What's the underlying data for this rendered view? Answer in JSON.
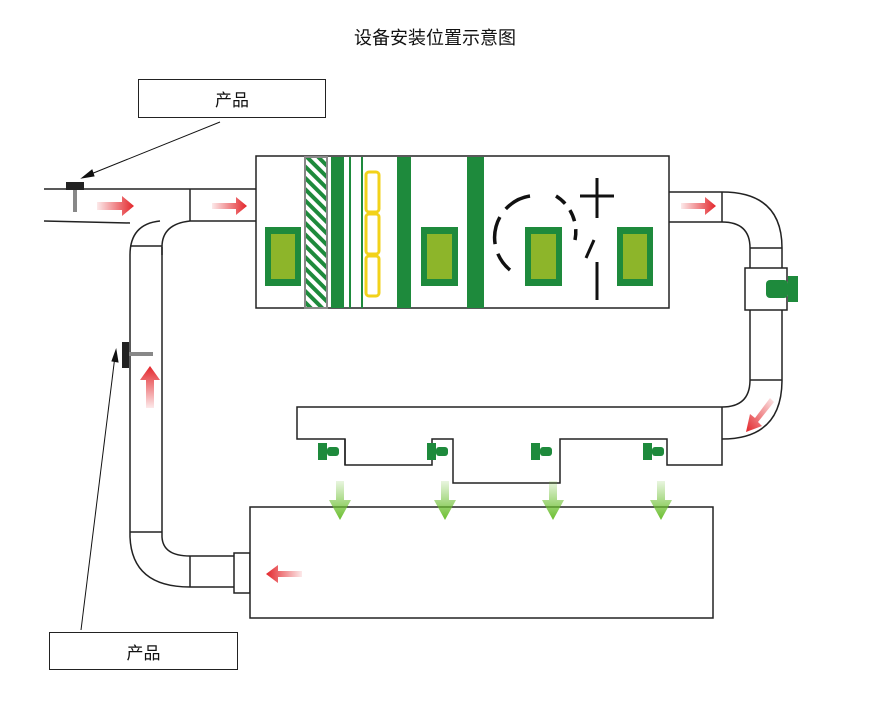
{
  "title": "设备安装位置示意图",
  "labels": {
    "top_product": "产品",
    "bottom_product": "产品"
  },
  "colors": {
    "duct_line": "#222222",
    "coil_green": "#1e8a3c",
    "coil_fill": "#8db52a",
    "filter_yellow": "#f2d21b",
    "airflow_red": "#e3262b",
    "supply_arrow_green": "#6bbf2f",
    "sensor_green": "#1e8a3c"
  },
  "icons": [
    "sensor-probe-icon",
    "airflow-arrow-icon",
    "fan-icon",
    "supply-outlet-icon"
  ]
}
